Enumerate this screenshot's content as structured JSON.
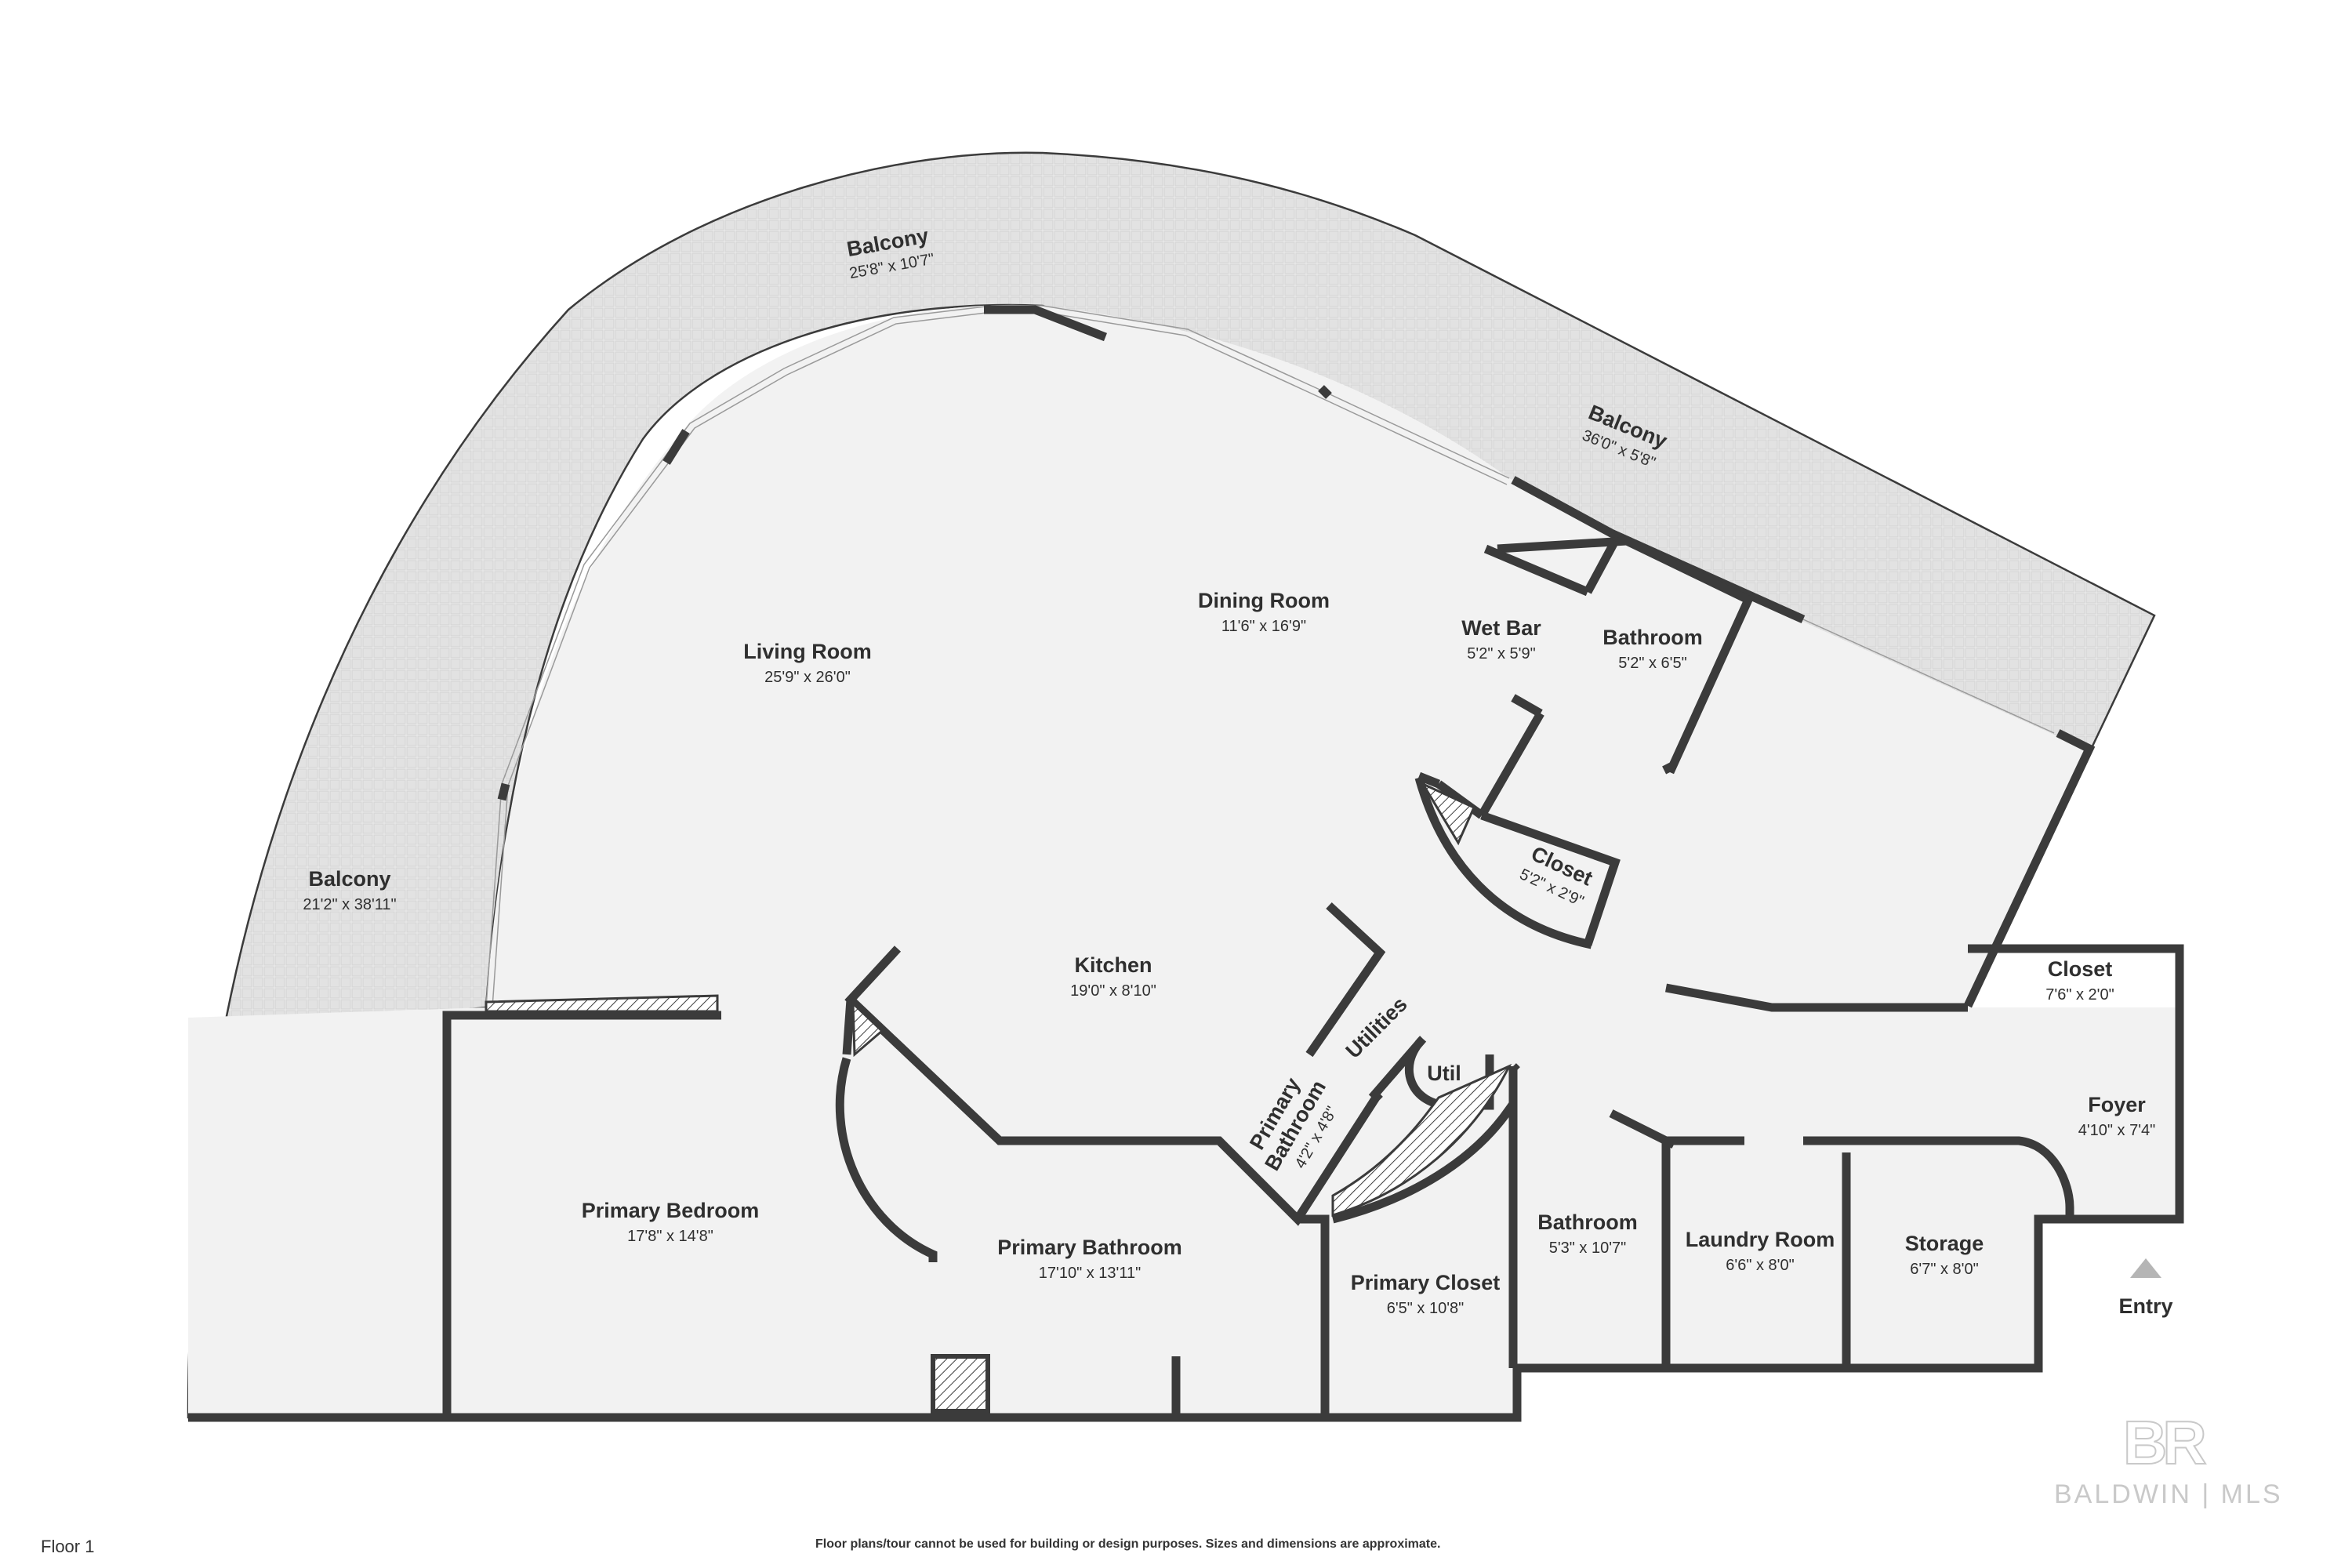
{
  "floor_label": "Floor 1",
  "disclaimer": "Floor plans/tour cannot be used for building or design purposes. Sizes and dimensions are approximate.",
  "entry_label": "Entry",
  "logo": {
    "mark": "BR",
    "text": "BALDWIN | MLS"
  },
  "rooms": {
    "balcony_top": {
      "name": "Balcony",
      "dims": "25'8\" x 10'7\""
    },
    "balcony_right": {
      "name": "Balcony",
      "dims": "36'0\" x 5'8\""
    },
    "balcony_left": {
      "name": "Balcony",
      "dims": "21'2\" x 38'11\""
    },
    "living_room": {
      "name": "Living Room",
      "dims": "25'9\" x 26'0\""
    },
    "dining_room": {
      "name": "Dining Room",
      "dims": "11'6\" x 16'9\""
    },
    "wet_bar": {
      "name": "Wet Bar",
      "dims": "5'2\" x 5'9\""
    },
    "bathroom_upper": {
      "name": "Bathroom",
      "dims": "5'2\" x 6'5\""
    },
    "closet_curved": {
      "name": "Closet",
      "dims": "5'2\" x 2'9\""
    },
    "kitchen": {
      "name": "Kitchen",
      "dims": "19'0\" x 8'10\""
    },
    "utilities": {
      "name": "Utilities"
    },
    "util": {
      "name": "Util"
    },
    "primary_bath_small": {
      "name1": "Primary",
      "name2": "Bathroom",
      "dims": "4'2\" x 4'8\""
    },
    "closet_entry": {
      "name": "Closet",
      "dims": "7'6\" x 2'0\""
    },
    "foyer": {
      "name": "Foyer",
      "dims": "4'10\" x 7'4\""
    },
    "primary_bedroom": {
      "name": "Primary Bedroom",
      "dims": "17'8\" x 14'8\""
    },
    "primary_bathroom": {
      "name": "Primary Bathroom",
      "dims": "17'10\" x 13'11\""
    },
    "primary_closet": {
      "name": "Primary Closet",
      "dims": "6'5\" x 10'8\""
    },
    "bathroom_lower": {
      "name": "Bathroom",
      "dims": "5'3\" x 10'7\""
    },
    "laundry_room": {
      "name": "Laundry Room",
      "dims": "6'6\" x 8'0\""
    },
    "storage": {
      "name": "Storage",
      "dims": "6'7\" x 8'0\""
    }
  },
  "colors": {
    "wall": "#3b3b3b",
    "floor": "#f2f2f2",
    "deck": "#e6e6e6"
  }
}
